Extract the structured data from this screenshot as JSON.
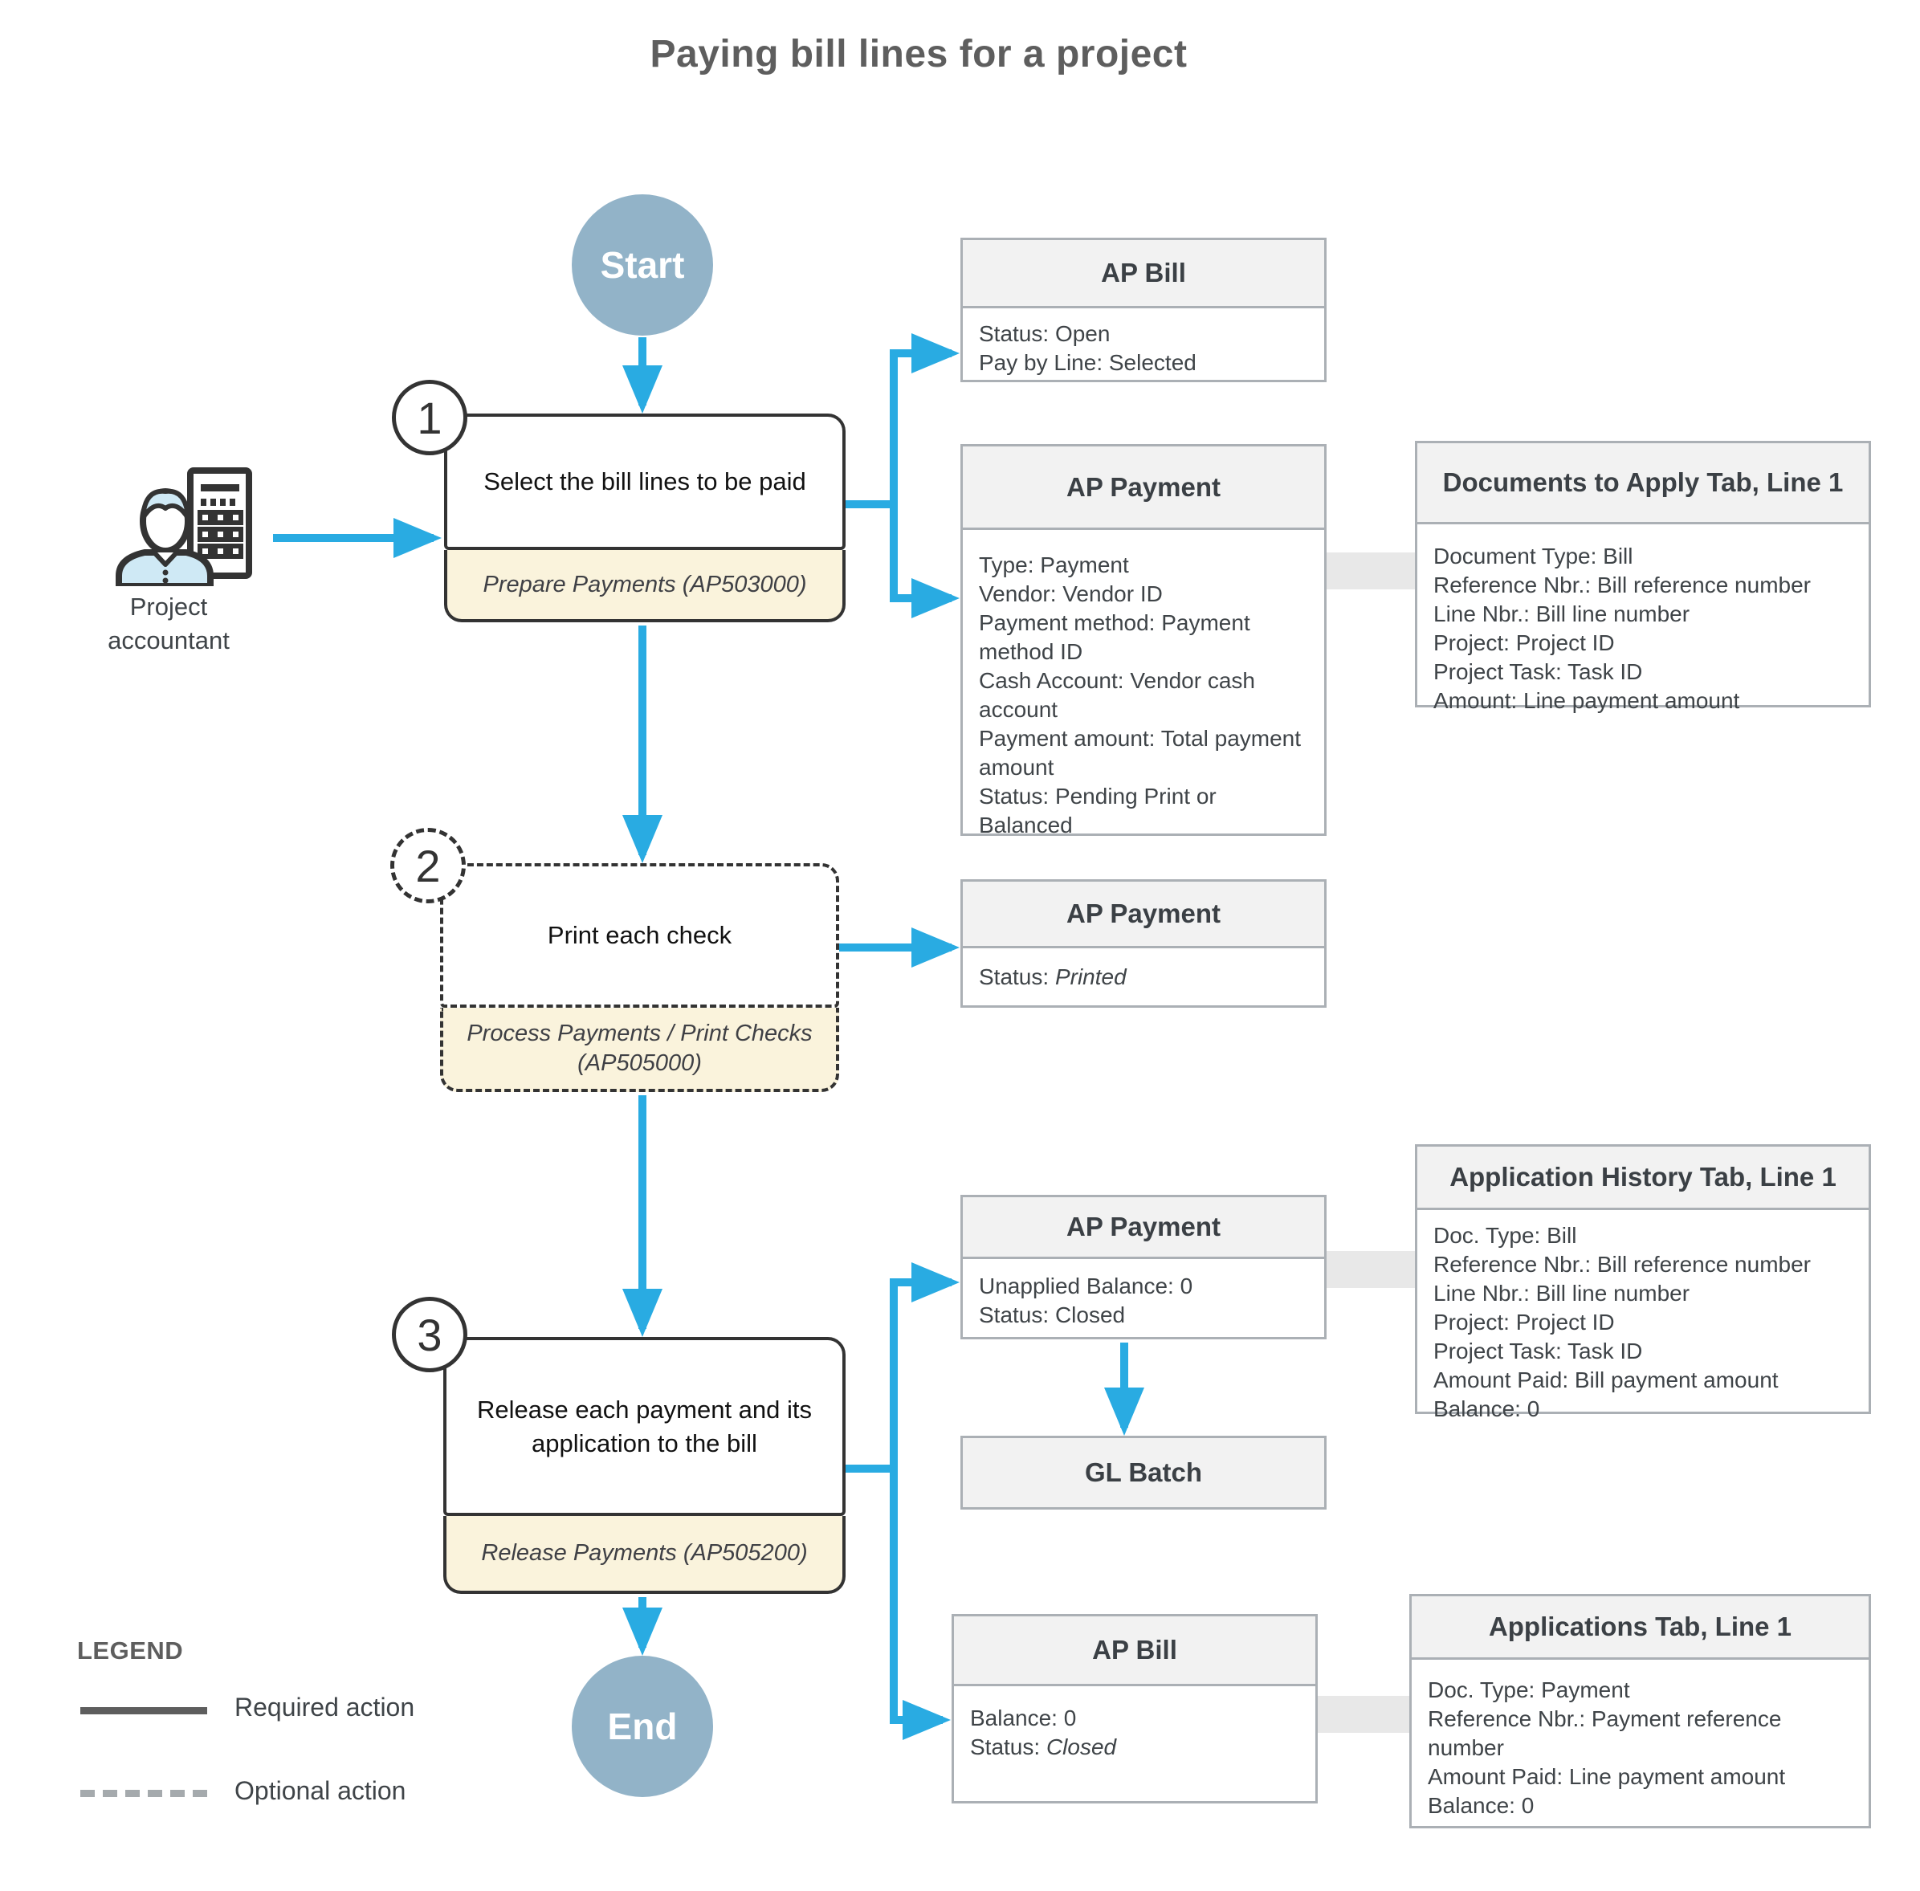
{
  "title": "Paying bill lines for a project",
  "actor": {
    "label": "Project accountant",
    "icon": "accountant-with-calculator-icon"
  },
  "flow": {
    "start": "Start",
    "end": "End",
    "steps": [
      {
        "number": "1",
        "label": "Select the bill lines to be paid",
        "screen": "Prepare Payments (AP503000)",
        "optional": false
      },
      {
        "number": "2",
        "label": "Print each check",
        "screen": "Process Payments / Print Checks (AP505000)",
        "optional": true
      },
      {
        "number": "3",
        "label": "Release each payment and its application to the bill",
        "screen": "Release Payments (AP505200)",
        "optional": false
      }
    ]
  },
  "boxes": {
    "ap_bill_open": {
      "title": "AP Bill",
      "lines": [
        {
          "t": "Status:  Open"
        },
        {
          "t": "Pay by Line: Selected"
        }
      ]
    },
    "ap_payment_prepared": {
      "title": "AP Payment",
      "lines": [
        {
          "t": "Type: Payment"
        },
        {
          "t": "Vendor: Vendor ID"
        },
        {
          "t": "Payment method: Payment method ID"
        },
        {
          "t": "Cash Account: Vendor cash account"
        },
        {
          "t": "Payment amount: Total payment amount"
        },
        {
          "t": "Status: Pending Print or Balanced"
        }
      ]
    },
    "documents_to_apply": {
      "title": "Documents to Apply Tab, Line 1",
      "lines": [
        {
          "t": "Document Type: Bill"
        },
        {
          "t": "Reference Nbr.: Bill reference number"
        },
        {
          "t": "Line Nbr.: Bill line number"
        },
        {
          "t": "Project: Project ID"
        },
        {
          "t": "Project Task: Task ID"
        },
        {
          "t": "Amount: Line payment amount"
        }
      ]
    },
    "ap_payment_printed": {
      "title": "AP Payment",
      "lines": [
        {
          "t": "Status: ",
          "i": "Printed"
        }
      ]
    },
    "ap_payment_closed": {
      "title": "AP Payment",
      "lines": [
        {
          "t": "Unapplied Balance: 0"
        },
        {
          "t": "Status: Closed"
        }
      ]
    },
    "application_history": {
      "title": "Application History Tab, Line 1",
      "lines": [
        {
          "t": "Doc. Type: Bill"
        },
        {
          "t": "Reference Nbr.: Bill reference number"
        },
        {
          "t": "Line Nbr.: Bill line number"
        },
        {
          "t": "Project: Project ID"
        },
        {
          "t": "Project Task: Task ID"
        },
        {
          "t": "Amount Paid: Bill payment amount"
        },
        {
          "t": "Balance: 0"
        }
      ]
    },
    "gl_batch": {
      "title": "GL Batch",
      "lines": []
    },
    "ap_bill_closed": {
      "title": "AP Bill",
      "lines": [
        {
          "t": "Balance: 0"
        },
        {
          "t": "Status: ",
          "i": "Closed"
        }
      ]
    },
    "applications": {
      "title": "Applications Tab, Line 1",
      "lines": [
        {
          "t": "Doc. Type: Payment"
        },
        {
          "t": "Reference Nbr.: Payment reference number"
        },
        {
          "t": "Amount Paid:  Line payment amount"
        },
        {
          "t": "Balance: 0"
        }
      ]
    }
  },
  "legend": {
    "heading": "LEGEND",
    "required_label": "Required action",
    "optional_label": "Optional action"
  },
  "colors": {
    "arrow": "#29abe2",
    "terminal_fill": "#92b3c8",
    "step_footer_fill": "#faf3dc",
    "info_border": "#abb0b5",
    "info_header_fill": "#f2f2f2",
    "text_dark": "#3f4448",
    "title_gray": "#5e5e5e",
    "connector_gray": "#e8e8e8"
  }
}
